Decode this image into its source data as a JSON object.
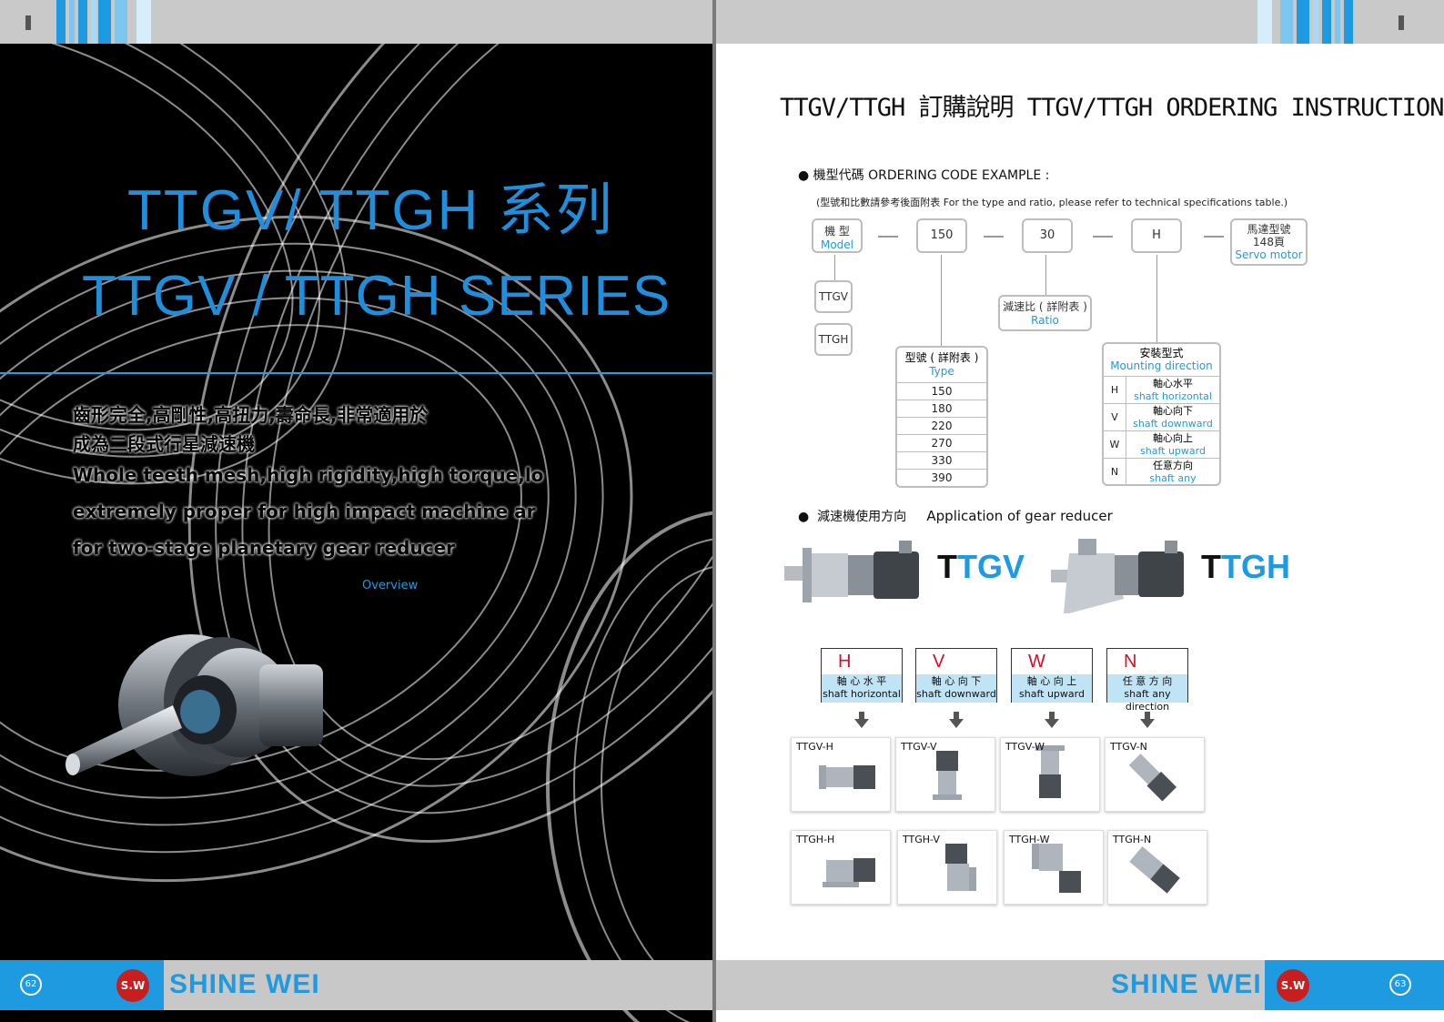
{
  "left_page": {
    "title_cn": "TTGV/ TTGH 系列",
    "title_en": "TTGV / TTGH  SERIES",
    "desc_cn_1": "齒形完全,高剛性,高扭力,壽命長,非常適用於",
    "desc_cn_2": "成為二段式行星減速機",
    "desc_en_1": "Whole teeth mesh,high rigidity,high torque,lo",
    "desc_en_2": "extremely proper for high impact machine ar",
    "desc_en_3": "for two-stage planetary gear reducer",
    "overview_label": "Overview",
    "brand": "SHINE WEI",
    "logo_text": "S.W",
    "page_number": "62"
  },
  "right_page": {
    "title": "TTGV/TTGH 訂購說明  TTGV/TTGH  ORDERING INSTRUCTIONS",
    "ordering_heading": "機型代碼  ORDERING CODE EXAMPLE :",
    "ordering_note": "(型號和比數請參考後面附表 For the type and ratio, please refer to technical specifications table.)",
    "code": {
      "model_cn": "機 型",
      "model_en": "Model",
      "size": "150",
      "ratio_value": "30",
      "mount_value": "H",
      "motor_cn": "馬達型號",
      "motor_page": "148頁",
      "motor_en": "Servo motor"
    },
    "model_options": [
      "TTGV",
      "TTGH"
    ],
    "ratio_box": {
      "cn": "減速比 ( 詳附表 )",
      "en": "Ratio"
    },
    "type_table": {
      "cn": "型號 ( 詳附表 )",
      "en": "Type",
      "rows": [
        "150",
        "180",
        "220",
        "270",
        "330",
        "390"
      ]
    },
    "mount_table": {
      "cn": "安裝型式",
      "en": "Mounting direction",
      "rows": [
        {
          "key": "H",
          "cn": "軸心水平",
          "en": "shaft horizontal"
        },
        {
          "key": "V",
          "cn": "軸心向下",
          "en": "shaft downward"
        },
        {
          "key": "W",
          "cn": "軸心向上",
          "en": "shaft upward"
        },
        {
          "key": "N",
          "cn": "任意方向",
          "en": "shaft any direction"
        }
      ]
    },
    "application_heading_cn": "減速機使用方向",
    "application_heading_en": "Application of gear reducer",
    "product_labels": {
      "ttgv_t": "T",
      "ttgv_rest": "TGV",
      "ttgh_t": "T",
      "ttgh_rest": "TGH"
    },
    "directions": [
      {
        "letter": "H",
        "cn": "軸 心 水 平",
        "en": "shaft horizontal"
      },
      {
        "letter": "V",
        "cn": "軸 心 向 下",
        "en": "shaft downward"
      },
      {
        "letter": "W",
        "cn": "軸 心 向 上",
        "en": "shaft upward"
      },
      {
        "letter": "N",
        "cn": "任 意 方 向",
        "en": "shaft any direction"
      }
    ],
    "ttgv_thumbs": [
      "TTGV-H",
      "TTGV-V",
      "TTGV-W",
      "TTGV-N"
    ],
    "ttgh_thumbs": [
      "TTGH-H",
      "TTGH-V",
      "TTGH-W",
      "TTGH-N"
    ],
    "brand": "SHINE WEI",
    "logo_text": "S.W",
    "page_number": "63"
  },
  "colors": {
    "accent": "#1e9be0",
    "title_blue": "#1e8fdc",
    "direction_red": "#d0112b",
    "direction_fill": "#bfe4f6"
  }
}
